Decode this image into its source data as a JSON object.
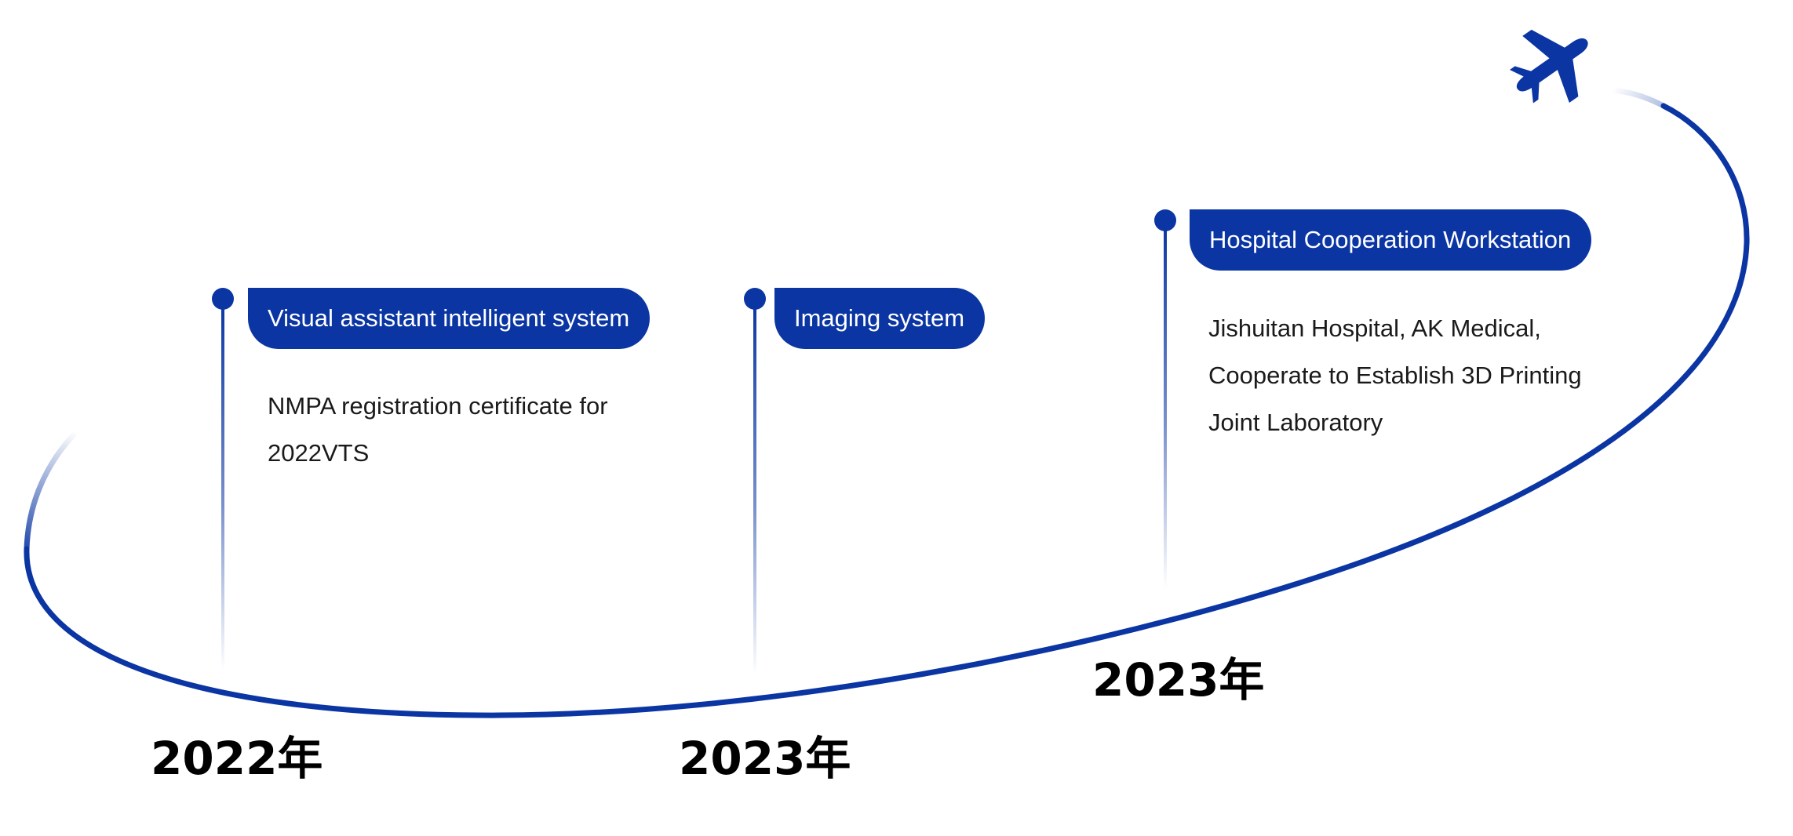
{
  "milestones": [
    {
      "title": "Visual assistant intelligent system",
      "description": "NMPA registration certificate for 2022VTS",
      "year": "2022年"
    },
    {
      "title": "Imaging system",
      "description": "",
      "year": "2023年"
    },
    {
      "title": "Hospital Cooperation Workstation",
      "description": "Jishuitan Hospital, AK Medical, Cooperate to Establish 3D Printing Joint Laboratory",
      "year": "2023年"
    }
  ],
  "colors": {
    "accent": "#0a35a3",
    "text": "#1a1a1a",
    "year_text": "#000000",
    "background": "#ffffff"
  },
  "icons": {
    "end_marker": "airplane-icon"
  }
}
